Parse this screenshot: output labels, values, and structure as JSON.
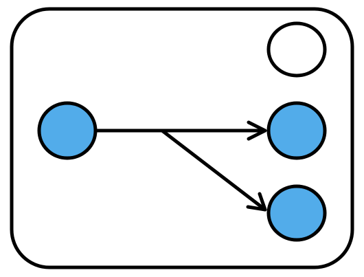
{
  "diagram": {
    "nodes": [
      {
        "id": "source",
        "filled": true
      },
      {
        "id": "target-top",
        "filled": false
      },
      {
        "id": "target-middle",
        "filled": true
      },
      {
        "id": "target-bottom",
        "filled": true
      }
    ],
    "edges": [
      {
        "from": "source",
        "to": "target-middle"
      },
      {
        "from": "branch-point",
        "to": "target-bottom"
      }
    ]
  },
  "colors": {
    "node_fill": "#52ACEA",
    "empty_fill": "#FFFFFF",
    "stroke": "#000000",
    "background": "#FFFFFF"
  }
}
